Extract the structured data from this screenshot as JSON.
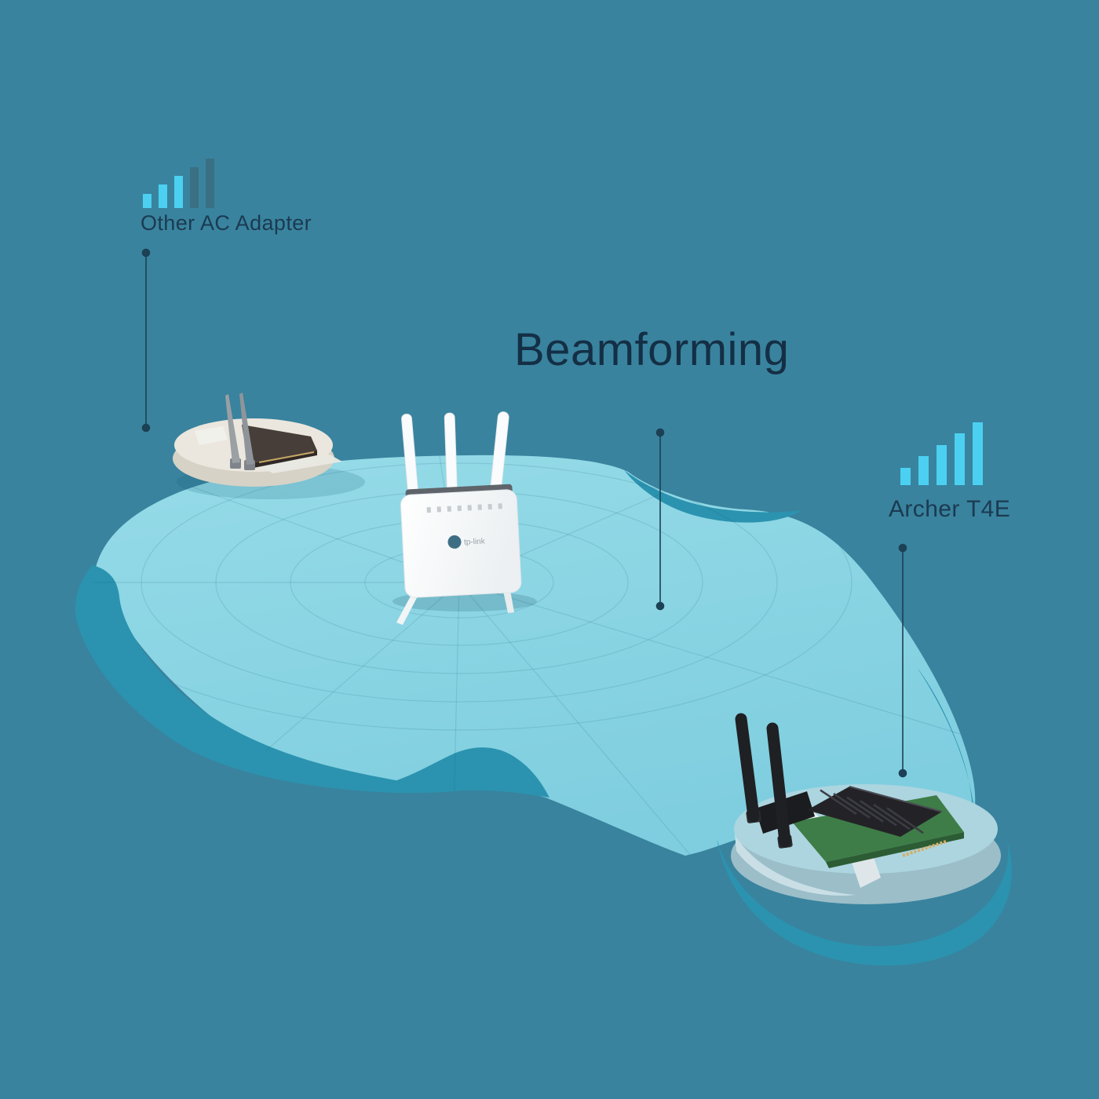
{
  "illustration": {
    "title": "Beamforming",
    "other_adapter": {
      "label": "Other AC Adapter",
      "signal": {
        "icon": "signal-bars-weak-icon",
        "bars_total": 5,
        "bars_active": 3
      }
    },
    "archer": {
      "label": "Archer T4E",
      "signal": {
        "icon": "signal-bars-full-icon",
        "bars_total": 5,
        "bars_active": 5
      }
    },
    "router": {
      "brand": "tp-link"
    }
  },
  "colors": {
    "background": "#39839E",
    "coverage_blob_top": "#96DBE8",
    "coverage_blob_bottom": "#7FCEDF",
    "coverage_accent": "#2B93AF",
    "signal_active": "#4BD0F2",
    "signal_inactive": "#3A7084",
    "label_text": "#1B3A51",
    "title_text": "#142F45",
    "connector": "#1C4054",
    "platform_beige": "#EBE7DE",
    "platform_blue": "#ACD5E0",
    "router_body": "#FDFEFE",
    "heatsink_black": "#232327",
    "pcb_green": "#3E7D47"
  }
}
